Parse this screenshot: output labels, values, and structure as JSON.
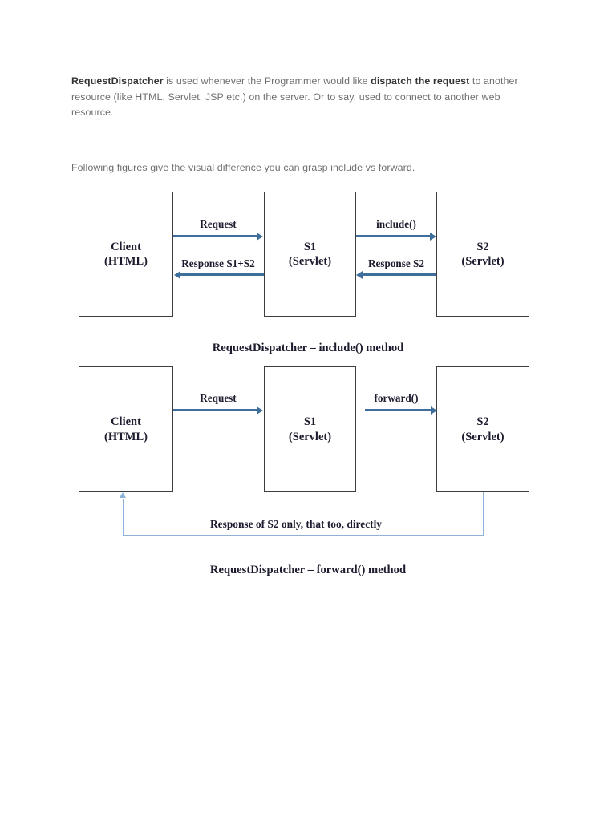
{
  "document": {
    "intro": {
      "bold_lead": "RequestDispatcher",
      "text_1": " is used whenever the Programmer would like ",
      "bold_mid": "dispatch the request",
      "text_2": " to another resource (like HTML. Servlet, JSP etc.) on the server. Or to say, used to connect to another web resource."
    },
    "figures_intro": "Following figures give the visual difference you can grasp include vs forward."
  },
  "diagram_include": {
    "caption": "RequestDispatcher – include() method",
    "nodes": [
      {
        "id": "client",
        "line1": "Client",
        "line2": "(HTML)"
      },
      {
        "id": "s1",
        "line1": "S1",
        "line2": "(Servlet)"
      },
      {
        "id": "s2",
        "line1": "S2",
        "line2": "(Servlet)"
      }
    ],
    "arrows": [
      {
        "id": "client-to-s1",
        "label": "Request",
        "direction": "right"
      },
      {
        "id": "s1-to-client",
        "label": "Response S1+S2",
        "direction": "left"
      },
      {
        "id": "s1-to-s2",
        "label": "include()",
        "direction": "right"
      },
      {
        "id": "s2-to-s1",
        "label": "Response S2",
        "direction": "left"
      }
    ]
  },
  "diagram_forward": {
    "caption": "RequestDispatcher – forward() method",
    "nodes": [
      {
        "id": "client",
        "line1": "Client",
        "line2": "(HTML)"
      },
      {
        "id": "s1",
        "line1": "S1",
        "line2": "(Servlet)"
      },
      {
        "id": "s2",
        "line1": "S2",
        "line2": "(Servlet)"
      }
    ],
    "arrows": [
      {
        "id": "client-to-s1",
        "label": "Request",
        "direction": "right"
      },
      {
        "id": "s1-to-s2",
        "label": "forward()",
        "direction": "right"
      }
    ],
    "return_path": {
      "label": "Response of S2 only, that too, directly"
    }
  },
  "colors": {
    "arrow_blue": "#3e6e99",
    "thin_line_blue": "#8fb2d8",
    "box_border": "#3d3d3d",
    "body_text": "#6f6f6f",
    "heading_text": "#1c1c2e"
  }
}
